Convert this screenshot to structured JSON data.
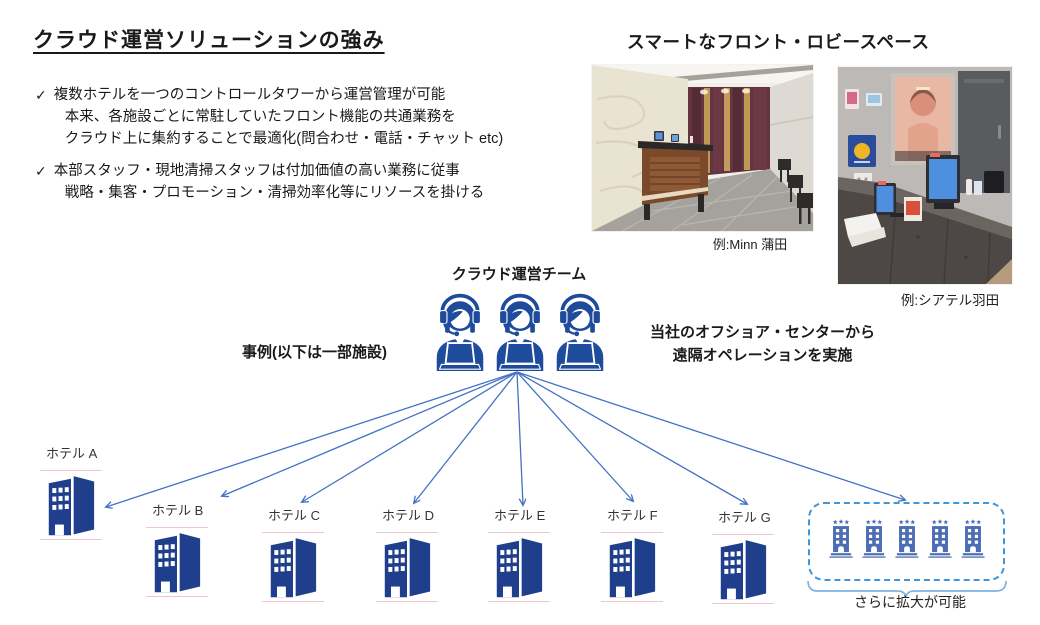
{
  "header": {
    "title": "クラウド運営ソリューションの強み"
  },
  "benefits": {
    "check_glyph": "✓",
    "items": [
      {
        "lines": [
          "複数ホテルを一つのコントロールタワーから運営管理が可能",
          "本来、各施設ごとに常駐していたフロント機能の共通業務を",
          "クラウド上に集約することで最適化(問合わせ・電話・チャット etc)"
        ]
      },
      {
        "lines": [
          "本部スタッフ・現地清掃スタッフは付加価値の高い業務に従事",
          "戦略・集客・プロモーション・清掃効率化等にリソースを掛ける"
        ]
      }
    ]
  },
  "front_space": {
    "heading": "スマートなフロント・ロビースペース",
    "photos": [
      {
        "name": "lobby-minn-kamata",
        "caption": "例:Minn 蒲田"
      },
      {
        "name": "front-theatel-haneda",
        "caption": "例:シアテル羽田"
      }
    ]
  },
  "diagram": {
    "team_label": "クラウド運営チーム",
    "team_member_count": 3,
    "case_label": "事例(以下は一部施設)",
    "offshore_note": {
      "line1": "当社のオフショア・センターから",
      "line2": "遠隔オペレーションを実施"
    },
    "hotels": [
      {
        "label": "ホテル A"
      },
      {
        "label": "ホテル B"
      },
      {
        "label": "ホテル C"
      },
      {
        "label": "ホテル D"
      },
      {
        "label": "ホテル E"
      },
      {
        "label": "ホテル F"
      },
      {
        "label": "ホテル G"
      }
    ],
    "expansion": {
      "label": "さらに拡大が可能",
      "hotel_icon_count": 5
    }
  },
  "colors": {
    "accent-arrow": "#4472C4",
    "icon-blue": "#1E4B9B",
    "building-blue": "#1F3E8C",
    "small-hotel-blue": "#4C6DB4",
    "dashed-box-blue": "#3F97D8",
    "brace-blue": "#7FB2E0",
    "guide-pink": "#F2C3CB"
  }
}
